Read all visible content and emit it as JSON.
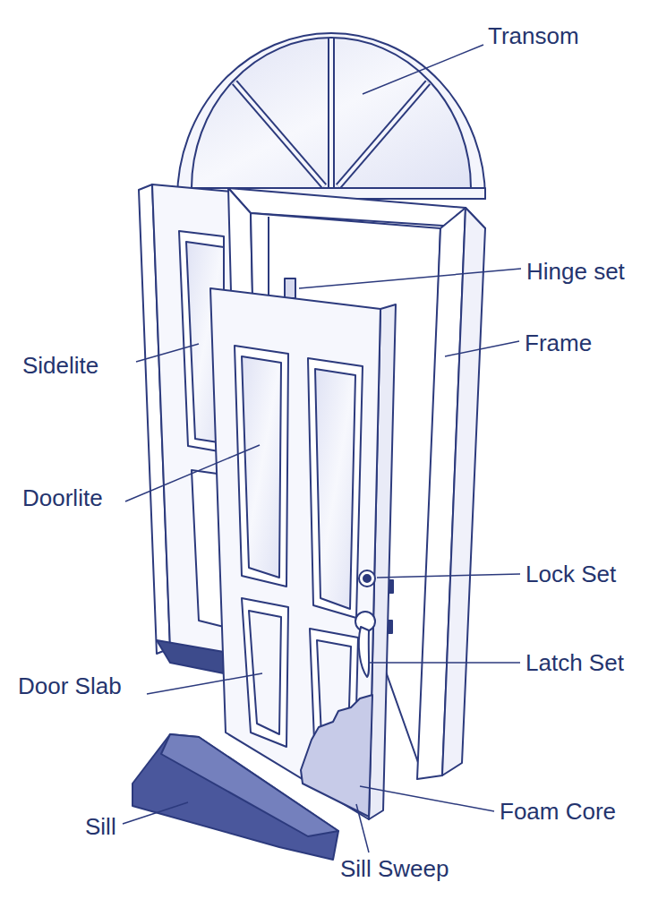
{
  "diagram": {
    "labels": [
      "Transom",
      "Hinge set",
      "Frame",
      "Sidelite",
      "Doorlite",
      "Lock Set",
      "Latch Set",
      "Door Slab",
      "Foam Core",
      "Sill",
      "Sill Sweep"
    ]
  }
}
